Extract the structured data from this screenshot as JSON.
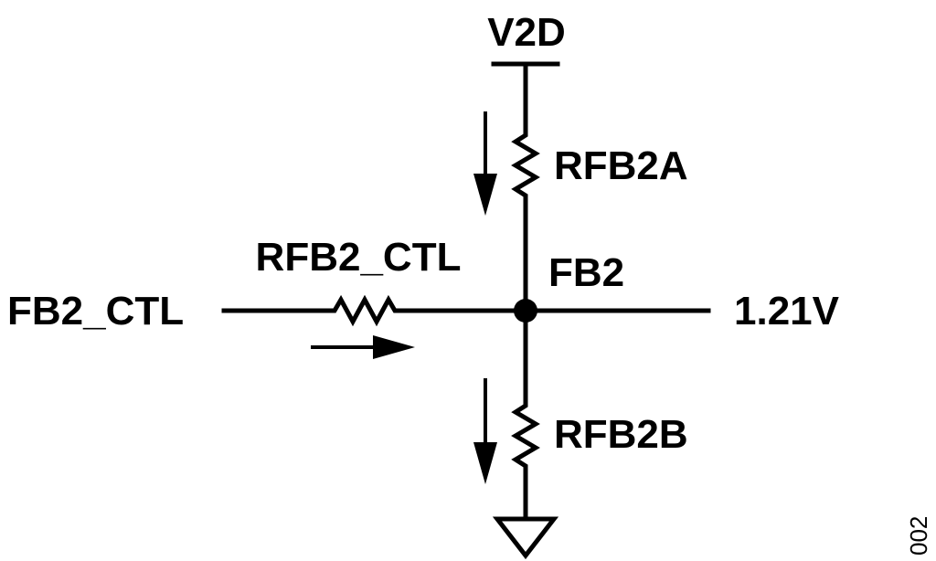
{
  "labels": {
    "supply": "V2D",
    "rfb2a": "RFB2A",
    "rfb2b": "RFB2B",
    "rfb2_ctl": "RFB2_CTL",
    "fb2_node": "FB2",
    "fb2_ctl_input": "FB2_CTL",
    "voltage": "1.21V",
    "figure_number": "002"
  },
  "colors": {
    "line": "#000000",
    "background": "#ffffff"
  }
}
